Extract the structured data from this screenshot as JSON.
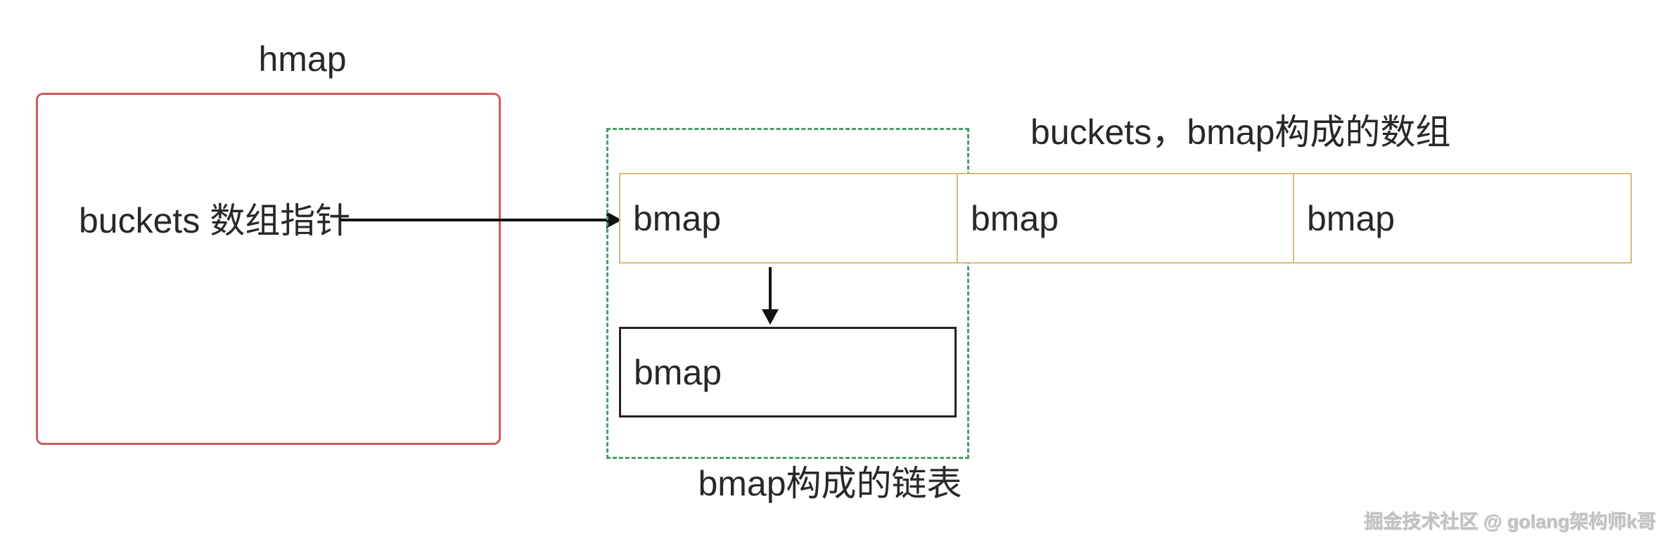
{
  "diagram": {
    "hmap": {
      "title": "hmap",
      "buckets_field_label": "buckets 数组指针"
    },
    "buckets_array": {
      "label": "buckets，bmap构成的数组",
      "cells": [
        {
          "label": "bmap"
        },
        {
          "label": "bmap"
        },
        {
          "label": "bmap"
        }
      ]
    },
    "linked_list": {
      "label": "bmap构成的链表",
      "overflow_node_label": "bmap"
    },
    "watermark": "掘金技术社区 @ golang架构师k哥"
  },
  "colors": {
    "hmap_border": "#cc5c5c",
    "bucket_border": "#dcba72",
    "linked_list_border": "#4a9c6c",
    "overflow_node_border": "#222222",
    "text": "#26282b",
    "arrow": "#111111",
    "watermark_text": "#c2c2c2",
    "background": "#ffffff"
  }
}
